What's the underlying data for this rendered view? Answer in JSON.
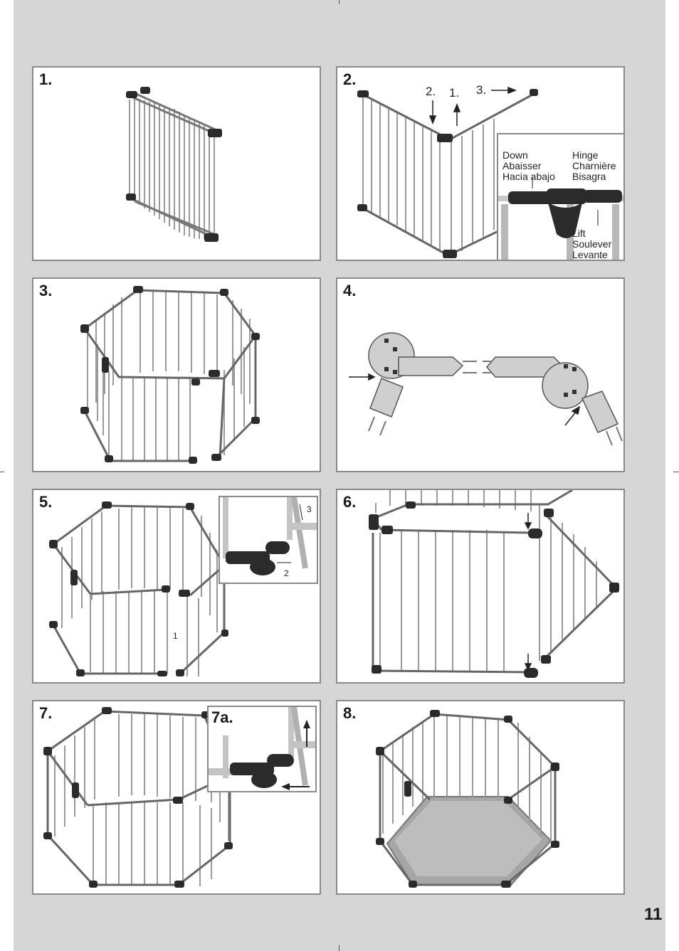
{
  "page": {
    "number": "11"
  },
  "steps": [
    {
      "label": "1."
    },
    {
      "label": "2.",
      "annotations": [
        "2.",
        "1.",
        "3."
      ]
    },
    {
      "label": "3."
    },
    {
      "label": "4."
    },
    {
      "label": "5.",
      "inset_markers": [
        "3",
        "2"
      ],
      "marker": "1"
    },
    {
      "label": "6."
    },
    {
      "label": "7.",
      "inset_label": "7a."
    },
    {
      "label": "8."
    }
  ],
  "hinge_detail": {
    "down": [
      "Down",
      "Abaisser",
      "Hacia abajo"
    ],
    "hinge": [
      "Hinge",
      "Charnière",
      "Bisagra"
    ],
    "lift": [
      "Lift",
      "Soulever",
      "Levante"
    ]
  },
  "colors": {
    "background": "#d6d6d6",
    "panel_border": "#8a8a8a",
    "connector": "#2b2b2b",
    "bar": "#9a9a9a"
  }
}
